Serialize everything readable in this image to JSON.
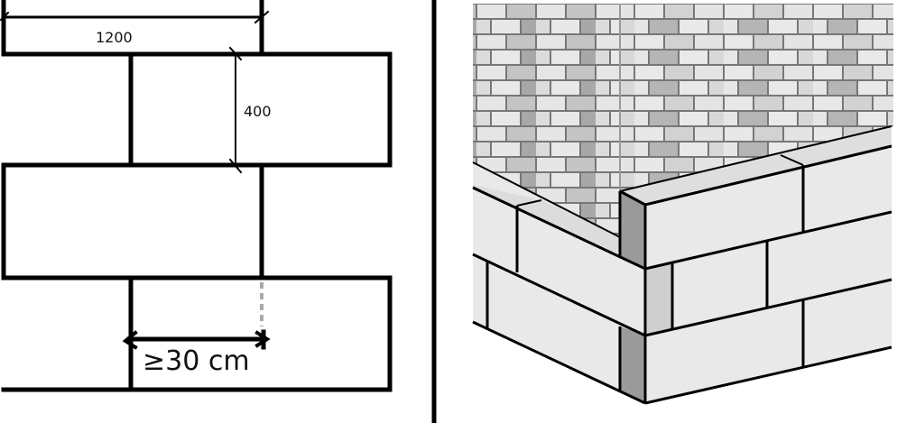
{
  "left_diagram": {
    "width_label": "1200",
    "height_label": "400",
    "overlap_label": "≥30 cm"
  },
  "colors": {
    "line": "#000000",
    "dashed_joint": "#aaaaaa",
    "block_face": "#e9e9e9",
    "block_end_dark": "#9a9a9a",
    "block_end_light": "#cfcfcf",
    "brick_light": "#e6e6e6",
    "brick_mid": "#c4c4c4",
    "brick_dark": "#a8a8a8",
    "mortar": "#777777"
  }
}
